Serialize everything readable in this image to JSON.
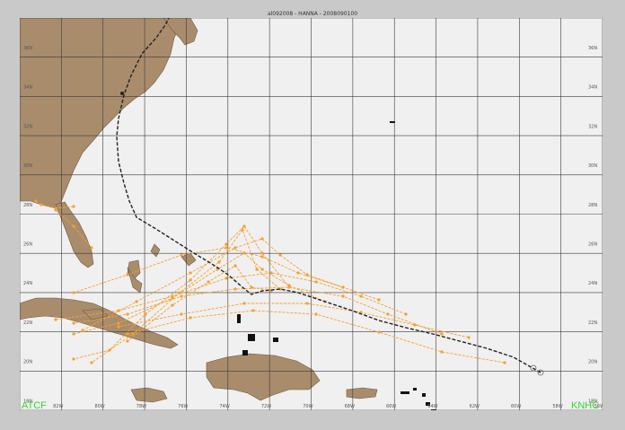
{
  "title": "al092008 - HANNA - 2008090100",
  "labels": {
    "left": "ATCF",
    "right": "KNHC"
  },
  "lat_ticks": [
    "36N",
    "34N",
    "32N",
    "30N",
    "28N",
    "26N",
    "24N",
    "22N",
    "20N",
    "18N"
  ],
  "lon_ticks": [
    "82W",
    "80W",
    "78W",
    "76W",
    "74W",
    "72W",
    "70W",
    "68W",
    "66W",
    "64W",
    "62W",
    "60W",
    "58W",
    "56W"
  ],
  "colors": {
    "ocean": "#f0f0f0",
    "land": "#a98c6c",
    "grid": "#3a3a3a",
    "best_track": "#222222",
    "forecast": "#f5a031",
    "label": "#35d035"
  },
  "legend": []
}
